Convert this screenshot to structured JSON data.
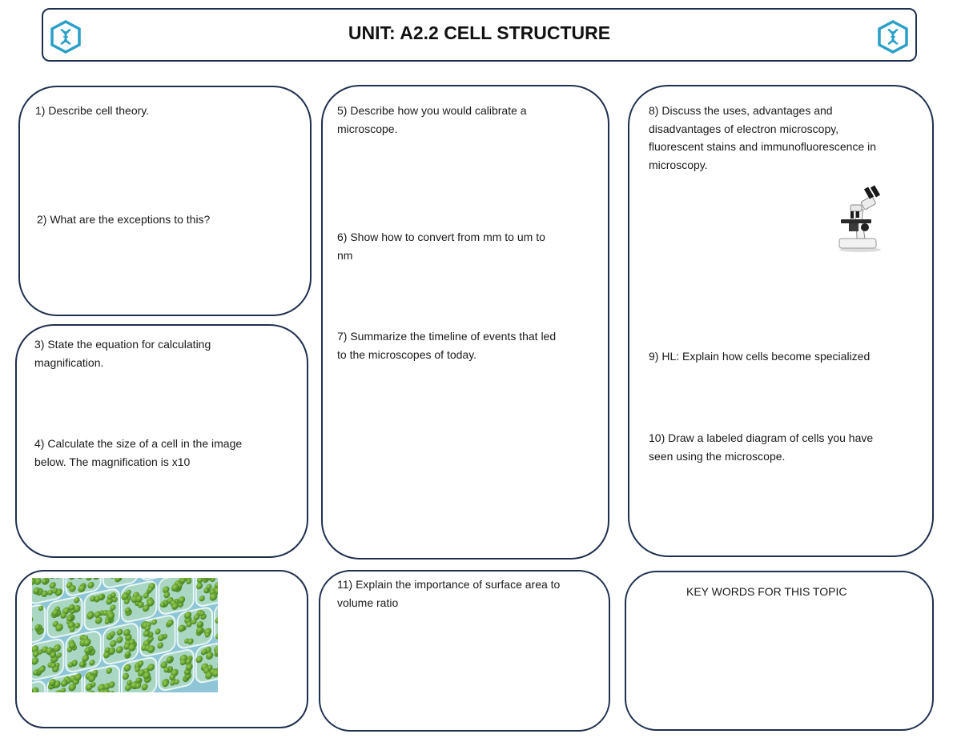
{
  "header": {
    "title": "UNIT: A2.2 CELL STRUCTURE",
    "logo_icon": "dna-hexagon-icon",
    "accent": "#2a9fc7"
  },
  "questions": {
    "q1": "1) Describe cell theory.",
    "q2": "2) What are the exceptions to this?",
    "q3_line1": "3) State the equation for calculating",
    "q3_line2": "magnification.",
    "q4_line1": "4) Calculate the size of a cell in the image",
    "q4_line2": "below. The magnification is x10",
    "q5_line1": "5) Describe how you would calibrate a",
    "q5_line2": "microscope.",
    "q6_line1": "6) Show how to convert from mm to um to",
    "q6_line2": "nm",
    "q7_line1": "7) Summarize the timeline of events that led",
    "q7_line2": "to the microscopes of today.",
    "q8_line1": "8) Discuss the uses, advantages and",
    "q8_line2": "disadvantages of electron microscopy,",
    "q8_line3": "fluorescent stains and immunofluorescence in",
    "q8_line4": "microscopy.",
    "q9": "9) HL: Explain how cells become specialized",
    "q10_line1": "10) Draw a labeled diagram of cells you have",
    "q10_line2": "seen using the microscope.",
    "q11_line1": "11) Explain the importance of surface area to",
    "q11_line2": "volume ratio"
  },
  "keywords": {
    "heading": "KEY WORDS FOR THIS TOPIC"
  },
  "images": {
    "microscope_icon": "microscope-icon",
    "cells_image": "plant-cells-micrograph"
  }
}
